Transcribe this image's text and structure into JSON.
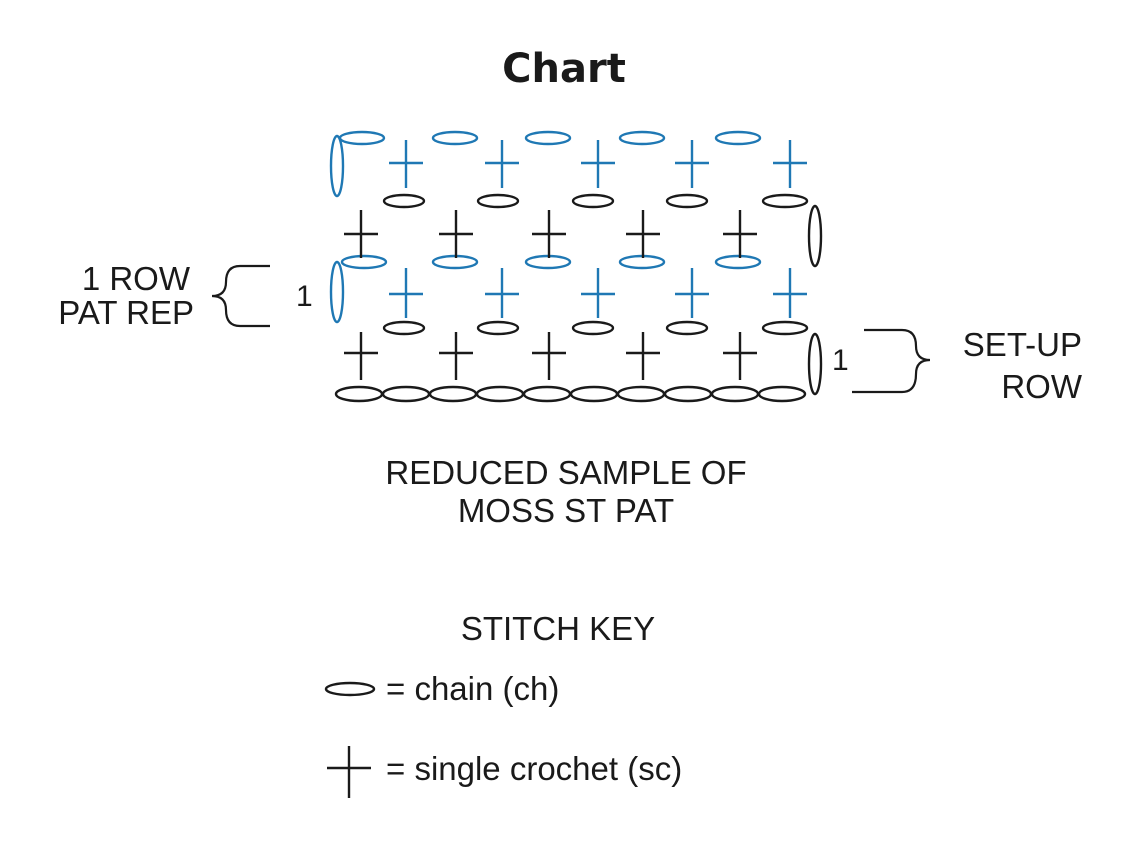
{
  "title": "Chart",
  "colors": {
    "black": "#1a1a1a",
    "blue": "#1f78b4"
  },
  "labels": {
    "row_repeat_line1": "1 ROW",
    "row_repeat_line2": "PAT REP",
    "row_repeat_number": "1",
    "setup_number": "1",
    "setup_line1": "SET-UP",
    "setup_line2": "ROW"
  },
  "caption": {
    "line1": "REDUCED SAMPLE OF",
    "line2": "MOSS ST PAT"
  },
  "key": {
    "heading": "STITCH KEY",
    "items": [
      {
        "icon": "chain-icon",
        "text": "= chain (ch)"
      },
      {
        "icon": "single-crochet-icon",
        "text": "= single crochet (sc)"
      }
    ]
  }
}
